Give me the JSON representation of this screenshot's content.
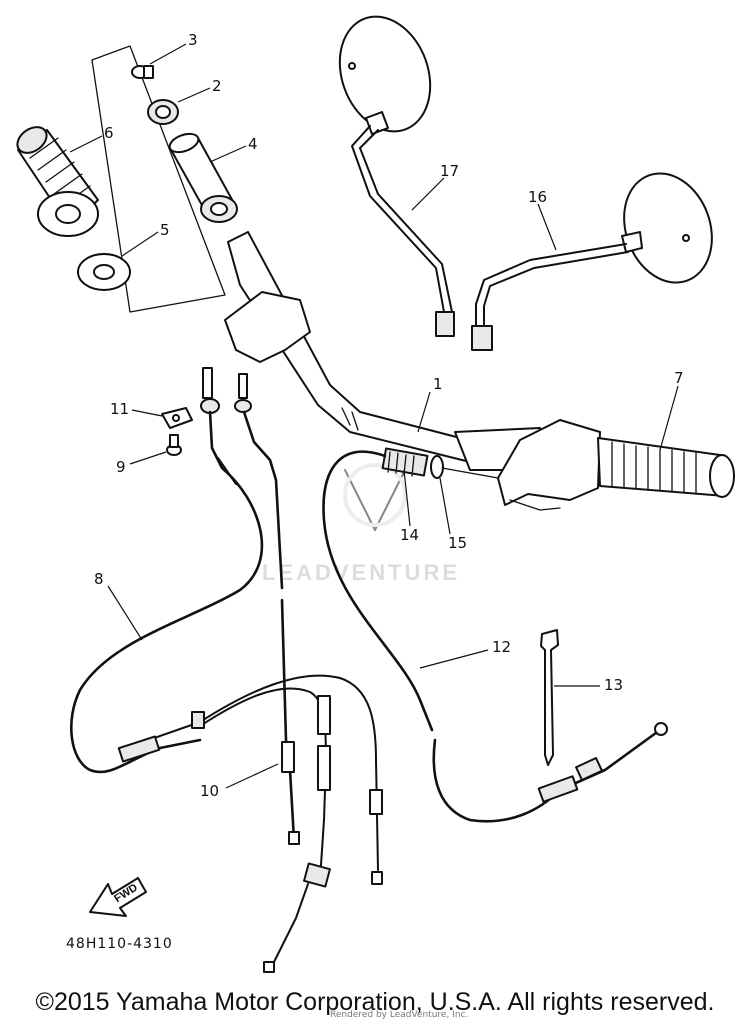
{
  "callouts": [
    {
      "id": "1",
      "part": "handlebar"
    },
    {
      "id": "2",
      "part": "grip-end-cap"
    },
    {
      "id": "3",
      "part": "grip-end-screw"
    },
    {
      "id": "4",
      "part": "throttle-grip"
    },
    {
      "id": "5",
      "part": "washer"
    },
    {
      "id": "6",
      "part": "left-grip"
    },
    {
      "id": "7",
      "part": "right-grip"
    },
    {
      "id": "8",
      "part": "throttle-cable-1"
    },
    {
      "id": "9",
      "part": "screw"
    },
    {
      "id": "10",
      "part": "throttle-cable-2"
    },
    {
      "id": "11",
      "part": "cable-holder"
    },
    {
      "id": "12",
      "part": "clutch-cable"
    },
    {
      "id": "13",
      "part": "cable-band"
    },
    {
      "id": "14",
      "part": "adjuster"
    },
    {
      "id": "15",
      "part": "locknut"
    },
    {
      "id": "16",
      "part": "rear-view-mirror-right"
    },
    {
      "id": "17",
      "part": "rear-view-mirror-left"
    }
  ],
  "watermark": "LEADVENTURE",
  "direction_arrow": "FWD",
  "diagram_code": "48H110-4310",
  "copyright": "©2015 Yamaha Motor Corporation, U.S.A. All rights reserved.",
  "rendered_by": "Rendered by LeadVenture, Inc."
}
